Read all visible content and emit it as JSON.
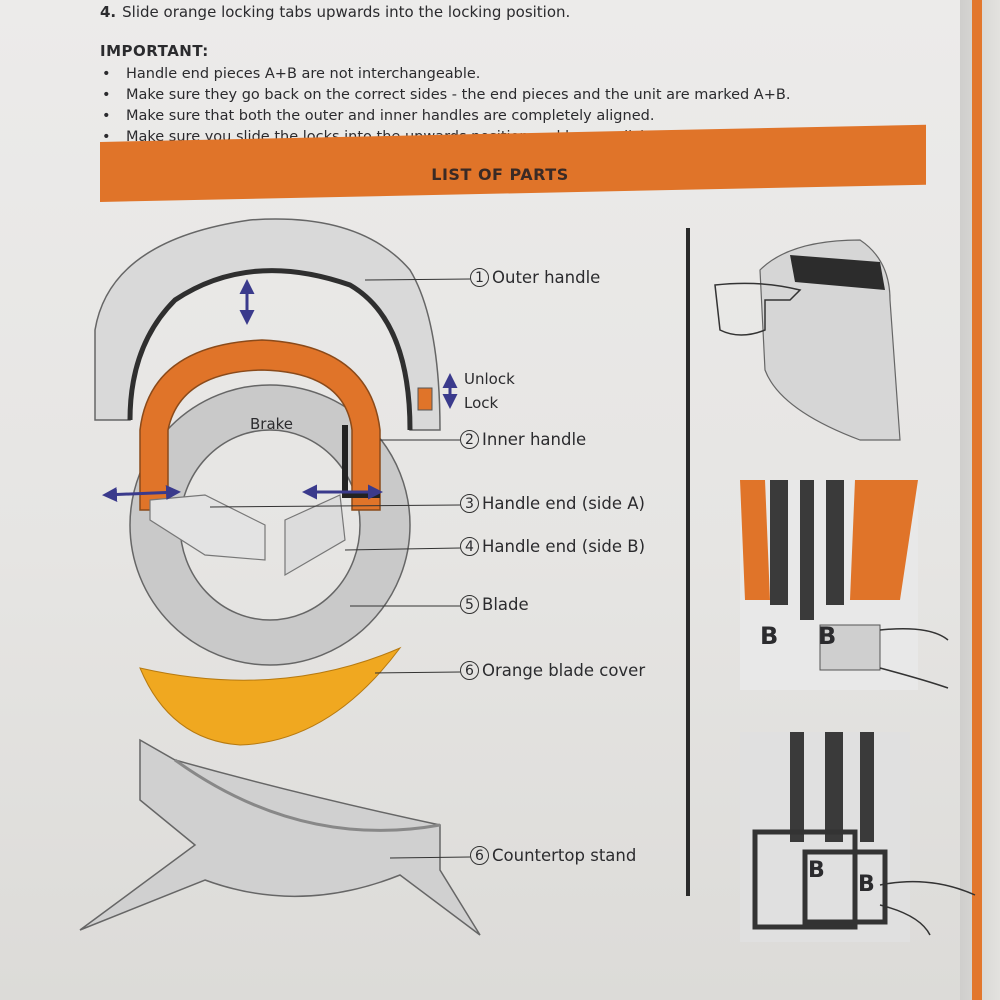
{
  "instructions": {
    "step_number": "4.",
    "step_text": "Slide orange locking tabs upwards into the locking position.",
    "important_title": "IMPORTANT:",
    "bullets": [
      "Handle end pieces A+B are not interchangeable.",
      "Make sure they go back on the correct sides - the end pieces and the unit are marked A+B.",
      "Make sure that both the outer and inner handles are completely aligned.",
      "Make sure you slide the locks into the upwards position and hear a click."
    ]
  },
  "section_title": "LIST OF PARTS",
  "parts": [
    {
      "num": "1",
      "label": "Outer handle"
    },
    {
      "num": "2",
      "label": "Inner handle"
    },
    {
      "num": "3",
      "label": "Handle end (side A)"
    },
    {
      "num": "4",
      "label": "Handle end (side B)"
    },
    {
      "num": "5",
      "label": "Blade"
    },
    {
      "num": "6",
      "label": "Orange blade cover"
    },
    {
      "num": "6",
      "label": "Countertop stand"
    }
  ],
  "annotations": {
    "unlock": "Unlock",
    "lock": "Lock",
    "brake": "Brake"
  },
  "detail_marks": {
    "b1": "B",
    "b2": "B",
    "b3": "B",
    "b4": "B"
  },
  "colors": {
    "accent": "#e07429",
    "blade_cover": "#f0a820",
    "arrow": "#3a3a8c"
  }
}
